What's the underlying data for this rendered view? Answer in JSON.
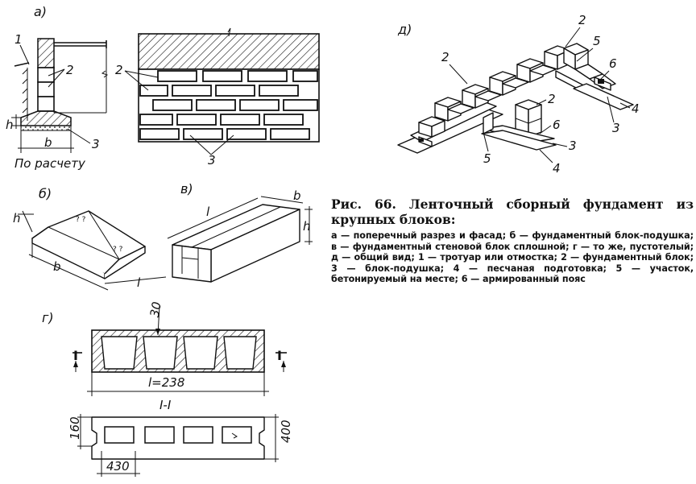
{
  "figure": {
    "panel_labels": {
      "a": "а)",
      "b": "б)",
      "v": "в)",
      "g": "г)",
      "d": "д)"
    },
    "callouts": {
      "n1": "1",
      "n2": "2",
      "n3": "3",
      "n4": "4",
      "n5": "5",
      "n6": "6"
    },
    "dim_labels": {
      "h": "h",
      "b": "b",
      "l": "l",
      "by_calc": "По расчету",
      "t30": "30",
      "l238": "l=238",
      "section": "I-I",
      "d160": "160",
      "d400": "400",
      "d430": "430"
    },
    "section_marks": {
      "left": "I",
      "right": "I"
    }
  },
  "caption": {
    "title": "Рис. 66. Ленточный сборный фундамент из крупных блоков:",
    "body": "а — поперечный разрез и фасад; б — фундаментный блок-подушка; в — фундаментный стеновой блок сплошной; г — то же, пустотелый; д — общий вид; 1 — тротуар или отмостка; 2 — фундаментный блок; 3 — блок-подушка; 4 — песчаная подготовка; 5 — участок, бетонируемый на месте; 6 — армированный пояс"
  }
}
